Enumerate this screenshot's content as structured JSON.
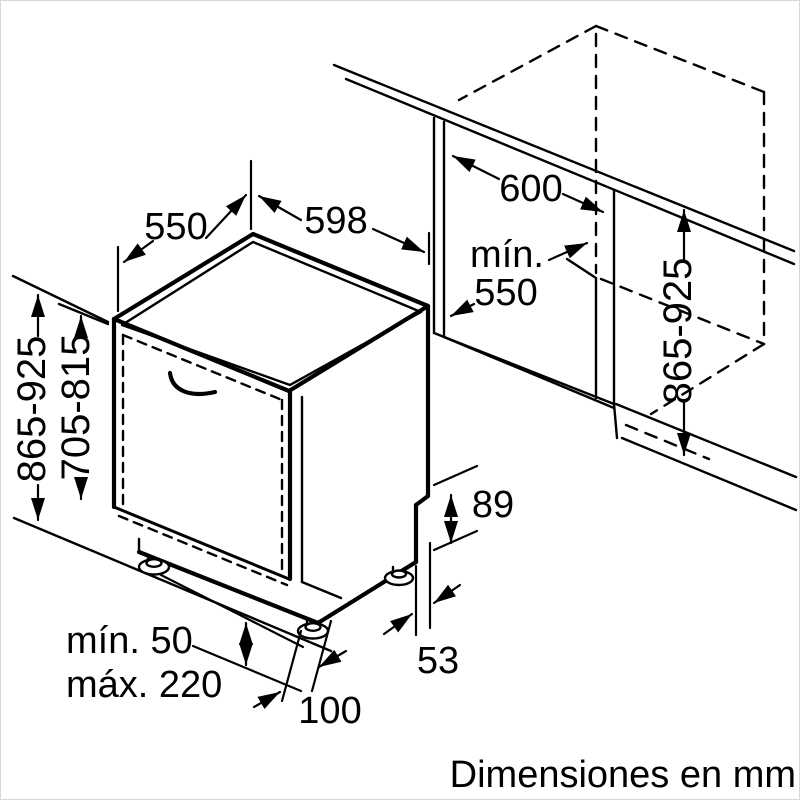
{
  "caption": "Dimensiones en mm",
  "labels": {
    "top_depth": "550",
    "top_width": "598",
    "niche_width": "600",
    "niche_min_label": "mín.",
    "niche_min_value": "550",
    "height_right": "865-925",
    "height_left": "865-925",
    "door_height": "705-815",
    "base_step": "89",
    "base_back_gap": "53",
    "plinth_recess": "100",
    "plinth_min": "mín. 50",
    "plinth_max": "máx. 220"
  },
  "colors": {
    "line": "#000000",
    "background": "#ffffff",
    "frame": "#d8d8d8"
  }
}
